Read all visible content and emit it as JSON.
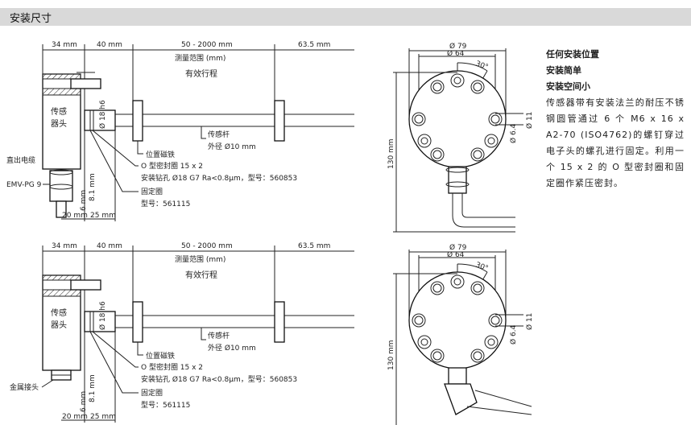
{
  "header": {
    "title": "安装尺寸"
  },
  "drawing": {
    "dim_34": "34 mm",
    "dim_40": "40 mm",
    "dim_range": "50 - 2000 mm",
    "dim_63": "63.5 mm",
    "measuring_range": "测量范围 (mm)",
    "effective_stroke": "有效行程",
    "sensor_head_1": "传感",
    "sensor_head_2": "器头",
    "dia_18": "Ø 18 h6",
    "rod_1": "传感杆",
    "rod_2": "外径 Ø10 mm",
    "magnet": "位置磁铁",
    "oring": "O 型密封圈 15 x 2",
    "drill": "安装钻孔 Ø18 G7 Ra<0.8µm，型号：560853",
    "ring": "固定圈",
    "ring_model": "型号：561115",
    "dim_20": "20 mm",
    "dim_25": "25 mm",
    "dim_6": "6 mm",
    "dim_81": "8.1 mm",
    "cable_top": "直出电缆",
    "emv": "EMV-PG 9",
    "cable_bottom": "金属接头"
  },
  "flange": {
    "d79": "Ø 79",
    "d64": "Ø 64",
    "angle": "30°",
    "d11": "Ø 11",
    "d64b": "Ø 6.4",
    "h130": "130 mm"
  },
  "description": {
    "lines": [
      "任何安装位置",
      "安装简单",
      "安装空间小"
    ],
    "paragraph": "传感器带有安装法兰的耐压不锈钢圆管通过 6 个 M6 x 16 x A2-70 (ISO4762)的螺钉穿过电子头的螺孔进行固定。利用一个 15 x 2 的 O 型密封圈和固定圈作紧压密封。"
  }
}
